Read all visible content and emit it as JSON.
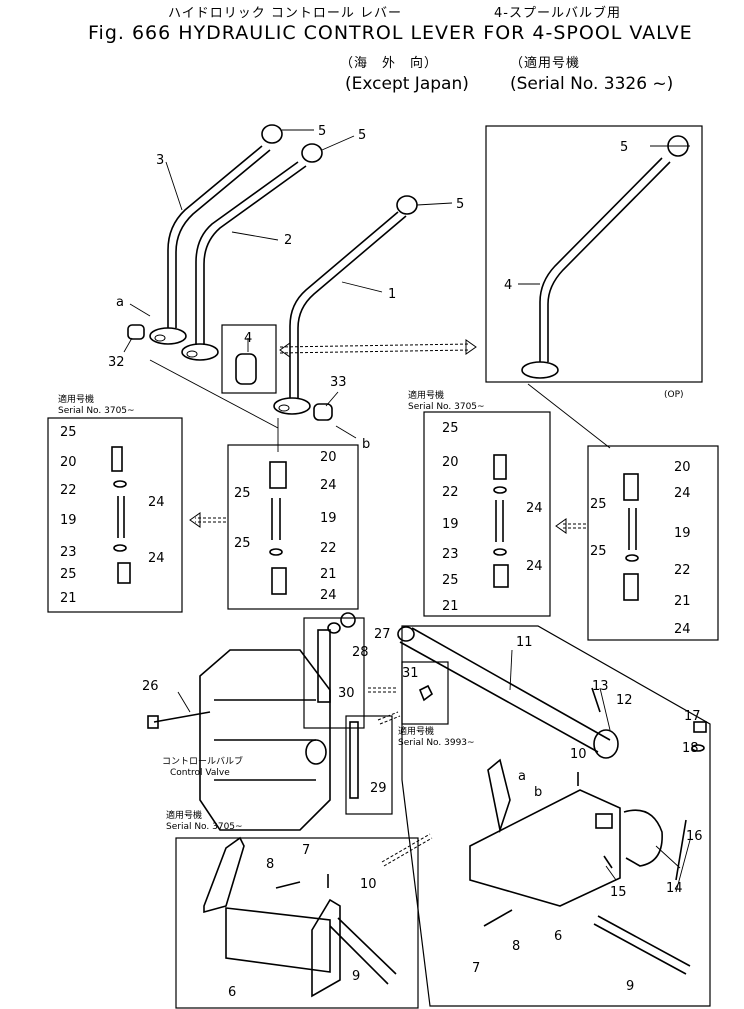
{
  "header": {
    "japanese_title": "ハイドロリック コントロール レバー",
    "japanese_variant": "4-スプールバルブ用",
    "title": "Fig. 666  HYDRAULIC CONTROL LEVER FOR 4-SPOOL VALVE",
    "region_japanese": "（海　外　向）",
    "region": "(Except Japan)",
    "serial_japanese": "（適用号機",
    "serial": "(Serial No. 3326 ~)"
  },
  "callouts": {
    "p1": "1",
    "p2": "2",
    "p3": "3",
    "p4": "4",
    "p5": "5",
    "p6": "6",
    "p7": "7",
    "p8": "8",
    "p9": "9",
    "p10": "10",
    "p11": "11",
    "p12": "12",
    "p13": "13",
    "p14": "14",
    "p15": "15",
    "p16": "16",
    "p17": "17",
    "p18": "18",
    "p19": "19",
    "p20": "20",
    "p21": "21",
    "p22": "22",
    "p23": "23",
    "p24": "24",
    "p25": "25",
    "p26": "26",
    "p27": "27",
    "p28": "28",
    "p29": "29",
    "p30": "30",
    "p31": "31",
    "p32": "32",
    "p33": "33",
    "a": "a",
    "b": "b",
    "op": "(OP)"
  },
  "notes": {
    "applicable_jp": "適用号機",
    "serial_3705": "Serial No. 3705~",
    "serial_3993": "Serial No. 3993~",
    "control_valve_jp": "コントロールバルブ",
    "control_valve": "Control Valve"
  }
}
